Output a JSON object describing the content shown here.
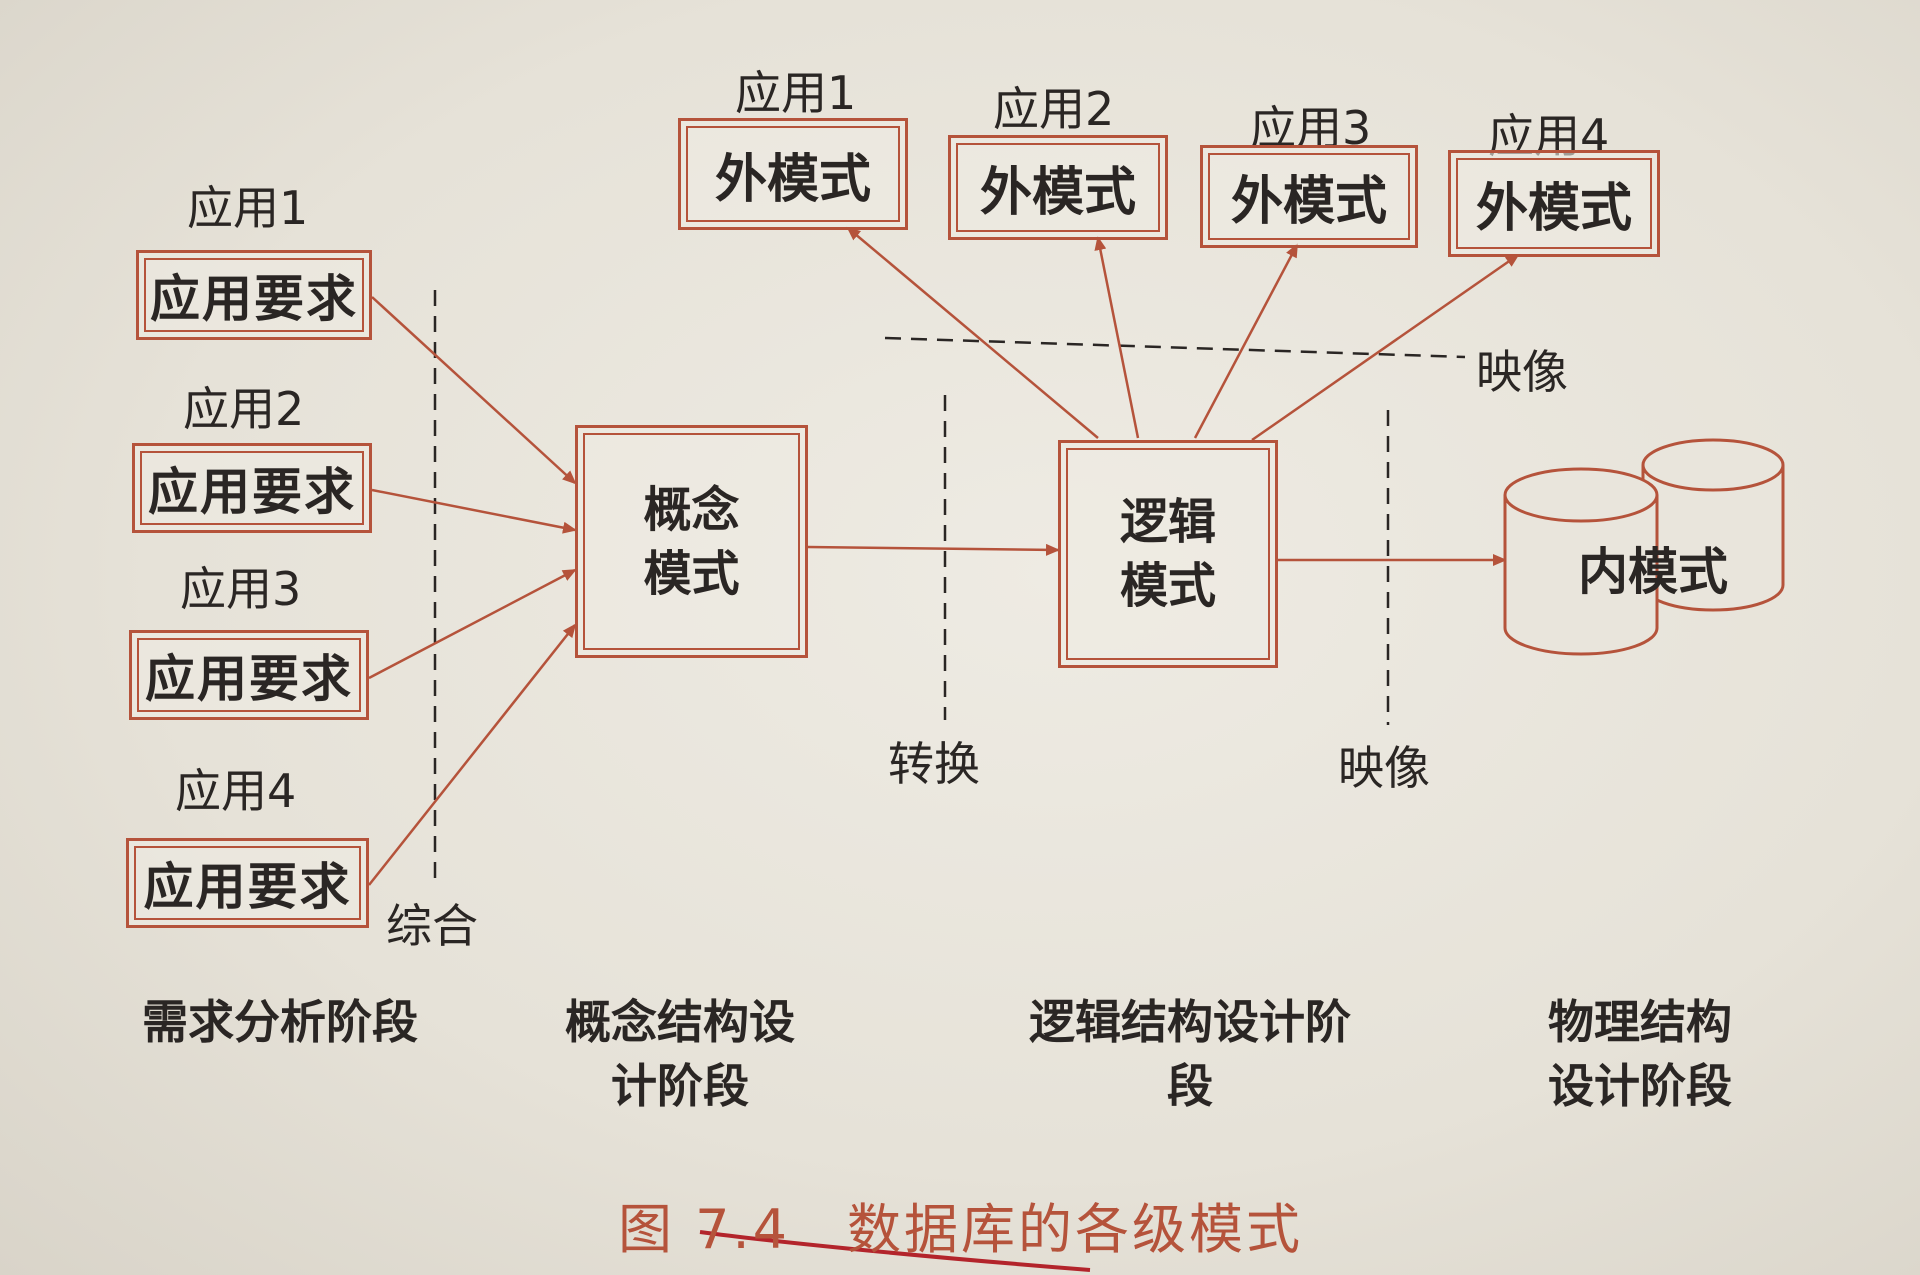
{
  "left_apps": [
    {
      "app": "应用1",
      "req": "应用要求"
    },
    {
      "app": "应用2",
      "req": "应用要求"
    },
    {
      "app": "应用3",
      "req": "应用要求"
    },
    {
      "app": "应用4",
      "req": "应用要求"
    }
  ],
  "top_apps": [
    {
      "app": "应用1",
      "schema": "外模式"
    },
    {
      "app": "应用2",
      "schema": "外模式"
    },
    {
      "app": "应用3",
      "schema": "外模式"
    },
    {
      "app": "应用4",
      "schema": "外模式"
    }
  ],
  "conceptual_schema": "概念模式",
  "logical_schema": "逻辑模式",
  "internal_schema": "内模式",
  "labels": {
    "synthesis": "综合",
    "transform": "转换",
    "mapping_top": "映像",
    "mapping_bottom": "映像"
  },
  "stages": {
    "requirements": "需求分析阶段",
    "conceptual": "概念结构设计阶段",
    "logical": "逻辑结构设计阶段",
    "physical": "物理结构设计阶段"
  },
  "caption": "图 7.4　数据库的各级模式",
  "colors": {
    "accent": "#b5533b",
    "text": "#2a2624"
  }
}
